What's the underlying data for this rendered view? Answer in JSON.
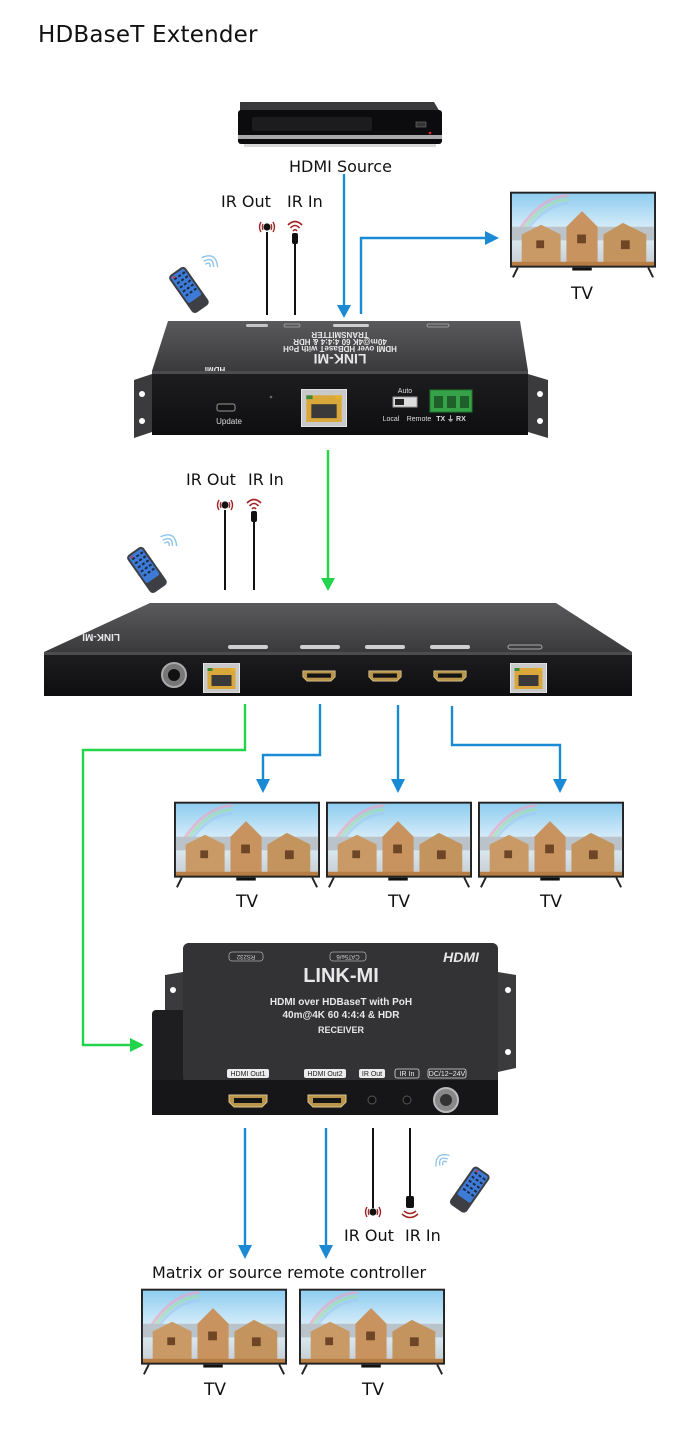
{
  "title": "HDBaseT Extender",
  "colors": {
    "hdmi_line": "#1a8ad4",
    "hdbaset_line": "#22d44a",
    "ir_cable": "#111111",
    "ir_signal": "#a32222",
    "device_body": "#2e2e30"
  },
  "labels": {
    "hdmi_source": "HDMI Source",
    "ir_out": "IR Out",
    "ir_in": "IR In",
    "tv": "TV",
    "matrix_remote": "Matrix or source remote controller"
  },
  "transmitter": {
    "port_update": "Update",
    "switch_auto": "Auto",
    "switch_local": "Local",
    "switch_remote": "Remote",
    "rs232_pins": "TX ⏚ RX"
  },
  "receiver": {
    "brand": "LINK-MI",
    "logo": "HDMI",
    "line1": "HDMI over HDBaseT with PoH",
    "line2": "40m@4K 60 4:4:4 & HDR",
    "line3": "RECEIVER",
    "top_tags": [
      "RS232",
      "CAT5e/6"
    ],
    "port_tags": [
      "HDMI Out1",
      "HDMI Out2",
      "IR Out",
      "IR In",
      "DC/12~24V"
    ]
  },
  "splitter": {
    "brand": "LINK-MI"
  }
}
